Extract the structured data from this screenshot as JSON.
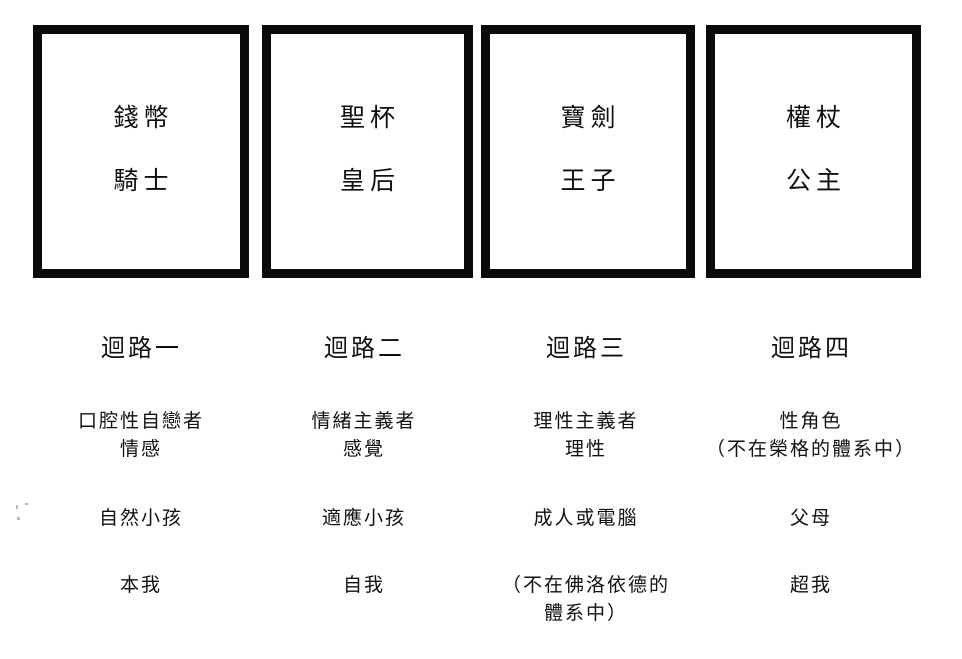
{
  "page": {
    "background_color": "#ffffff",
    "text_color": "#111111",
    "box_border_color": "#0a0a0a"
  },
  "cards": [
    {
      "suit": "錢幣",
      "rank": "騎士"
    },
    {
      "suit": "聖杯",
      "rank": "皇后"
    },
    {
      "suit": "寶劍",
      "rank": "王子"
    },
    {
      "suit": "權杖",
      "rank": "公主"
    }
  ],
  "columns": [
    {
      "circuit_title": "迴路一",
      "row2": {
        "line1": "口腔性自戀者",
        "line2": "情感"
      },
      "row3": {
        "line1": "自然小孩"
      },
      "row4": {
        "line1": "本我"
      }
    },
    {
      "circuit_title": "迴路二",
      "row2": {
        "line1": "情緒主義者",
        "line2": "感覺"
      },
      "row3": {
        "line1": "適應小孩"
      },
      "row4": {
        "line1": "自我"
      }
    },
    {
      "circuit_title": "迴路三",
      "row2": {
        "line1": "理性主義者",
        "line2": "理性"
      },
      "row3": {
        "line1": "成人或電腦"
      },
      "row4": {
        "line1": "（不在佛洛依德的",
        "line2": "體系中）"
      }
    },
    {
      "circuit_title": "迴路四",
      "row2": {
        "line1": "性角色",
        "line2": "（不在榮格的體系中）"
      },
      "row3": {
        "line1": "父母"
      },
      "row4": {
        "line1": "超我"
      }
    }
  ]
}
